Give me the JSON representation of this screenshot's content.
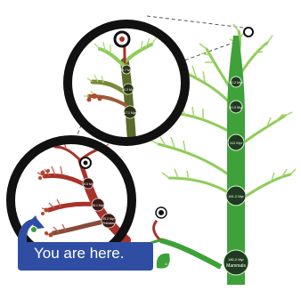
{
  "callout": {
    "text": "You are here.",
    "fill_color": "#2f4ea3"
  },
  "node_labels": {
    "main_top": "40.2 Myr",
    "main_mid_a": "80.0 Myr",
    "main_mid_b": "112 Myr",
    "main_low": "161.2 Myr",
    "main_bottom": "180.2 Myr",
    "main_bottom_title": "Mammals",
    "inset_a": "25.7 Myr",
    "inset_b": "40.2 Myr",
    "inset_c": "67.1 Myr",
    "zoom_a": "19.0 Myr",
    "zoom_b": "25.1 Myr",
    "zoom_c": "35.2 Myr",
    "zoom_c_title": "Primates",
    "lower_leaf": "6.7 Myr"
  },
  "colors": {
    "main_branch": "#3fa13a",
    "light_branch": "#8fcc5a",
    "inset_branch": "#5b6b2a",
    "zoom_branch": "#a8322a",
    "ring": "#111111"
  }
}
